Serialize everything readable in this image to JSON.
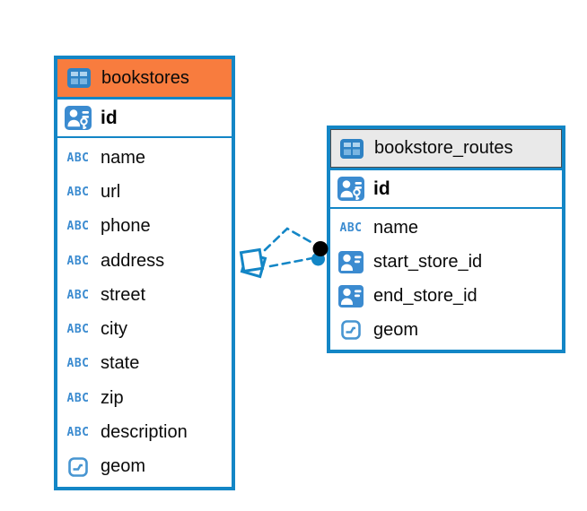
{
  "colors": {
    "accent_blue": "#1386c6",
    "bookstores_header": "#f87c3e",
    "routes_header": "#e9e9e9",
    "icon_blue": "#3b8bd0",
    "text": "#0b0b0b"
  },
  "icons": {
    "text_type_label": "ABC"
  },
  "tables": [
    {
      "title": "bookstores",
      "primary_key": "id",
      "columns": [
        {
          "label": "name",
          "type": "text"
        },
        {
          "label": "url",
          "type": "text"
        },
        {
          "label": "phone",
          "type": "text"
        },
        {
          "label": "address",
          "type": "text"
        },
        {
          "label": "street",
          "type": "text"
        },
        {
          "label": "city",
          "type": "text"
        },
        {
          "label": "state",
          "type": "text"
        },
        {
          "label": "zip",
          "type": "text"
        },
        {
          "label": "description",
          "type": "text"
        },
        {
          "label": "geom",
          "type": "geometry"
        }
      ]
    },
    {
      "title": "bookstore_routes",
      "primary_key": "id",
      "columns": [
        {
          "label": "name",
          "type": "text"
        },
        {
          "label": "start_store_id",
          "type": "reference"
        },
        {
          "label": "end_store_id",
          "type": "reference"
        },
        {
          "label": "geom",
          "type": "geometry"
        }
      ]
    }
  ]
}
